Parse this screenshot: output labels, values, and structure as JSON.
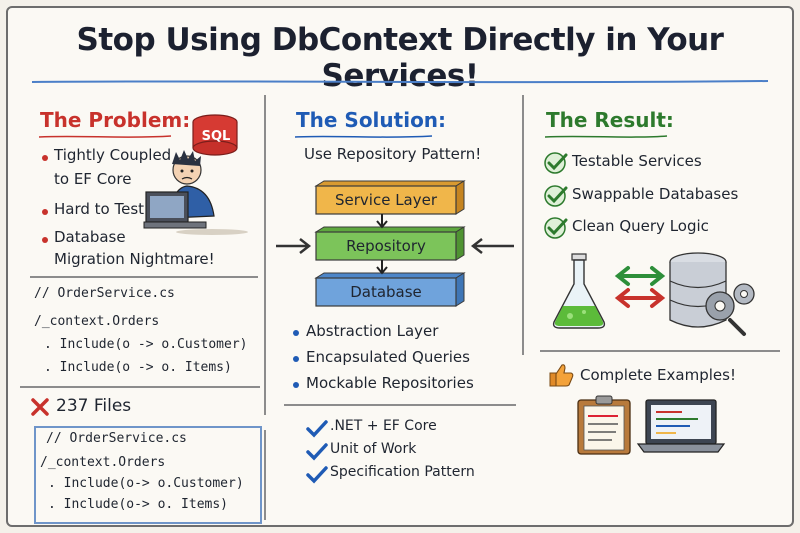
{
  "title": "Stop Using DbContext Directly in Your Services!",
  "problem": {
    "heading": "The Problem:",
    "sql_badge": "SQL",
    "bullets": [
      "Tightly Coupled",
      "to EF Core",
      "Hard to Test",
      "Database",
      "Migration Nightmare!"
    ],
    "code": [
      "// OrderService.cs",
      "/_context.Orders",
      ". Include(o -> o.Customer)",
      ". Include(o -> o. Items)"
    ],
    "files_count": "237 Files",
    "code2": [
      "// OrderService.cs",
      "/_context.Orders",
      ". Include(o-> o.Customer)",
      ". Include(o-> o. Items)"
    ]
  },
  "solution": {
    "heading": "The Solution:",
    "subheading": "Use Repository Pattern!",
    "layers": [
      "Service Layer",
      "Repository",
      "Database"
    ],
    "bullets": [
      "Abstraction Layer",
      "Encapsulated Queries",
      "Mockable Repositories"
    ],
    "checks": [
      ".NET + EF Core",
      "Unit of Work",
      "Specification Pattern"
    ]
  },
  "result": {
    "heading": "The Result:",
    "checks": [
      "Testable Services",
      "Swappable Databases",
      "Clean Query Logic"
    ],
    "examples": "Complete Examples!"
  },
  "colors": {
    "red": "#c8322c",
    "blue": "#1f5bb5",
    "green": "#2d7a2d",
    "service_layer": "#f0b64a",
    "repository": "#7cc45a",
    "database": "#6fa3dc"
  }
}
